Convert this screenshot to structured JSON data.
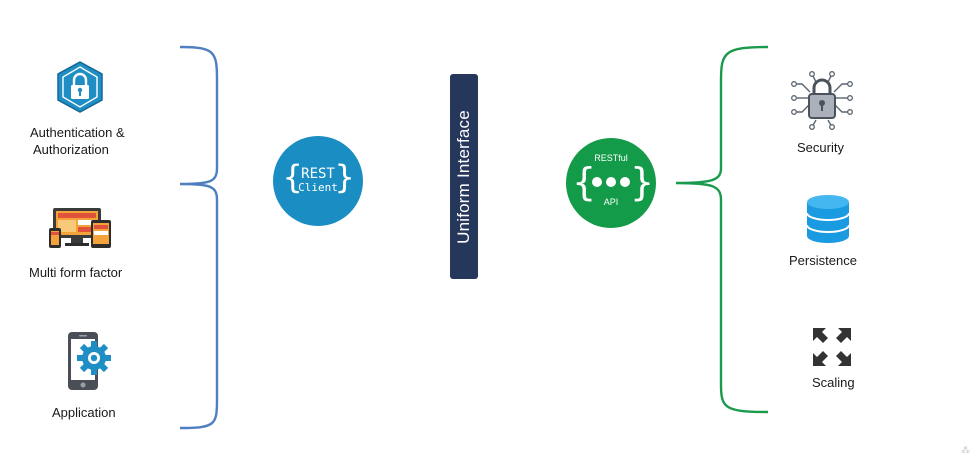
{
  "left_items": {
    "auth_label_line1": "Authentication &",
    "auth_label_line2": "Authorization",
    "multi_form_label": "Multi form factor",
    "application_label": "Application"
  },
  "rest_client": {
    "line1": "REST",
    "line2": "Client"
  },
  "uniform_interface": {
    "label": "Uniform Interface"
  },
  "restful_api": {
    "top_label": "RESTful",
    "bottom_label": "API"
  },
  "right_items": {
    "security_label": "Security",
    "persistence_label": "Persistence",
    "scaling_label": "Scaling"
  },
  "colors": {
    "left_bracket": "#4f7ec1",
    "right_bracket": "#1a9a4d",
    "rest_client": "#1a8dc2",
    "restful_api": "#149b49",
    "uniform_bar": "#26375c"
  }
}
